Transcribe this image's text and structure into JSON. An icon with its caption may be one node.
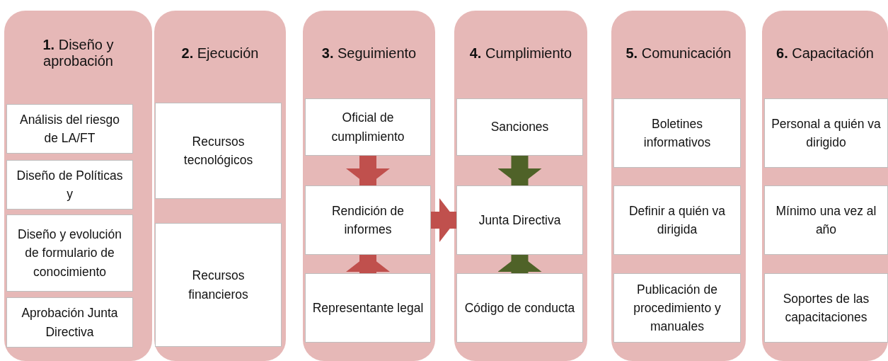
{
  "diagram": {
    "nodes": [
      {
        "text": [
          "**1.** Diseño y aprobación"
        ]
      },
      {
        "text": [
          "Análisis del riesgo de LA/FT"
        ],
        "in": 0
      },
      {
        "text": [
          "Diseño de Políticas y"
        ],
        "in": 0
      },
      {
        "text": [
          "Diseño y evolución de formulario de conocimiento"
        ],
        "in": 0
      },
      {
        "text": [
          "Aprobación Junta Directiva"
        ],
        "in": 0
      },
      {
        "text": [
          "**2.** Ejecución"
        ]
      },
      {
        "text": [
          "Recursos tecnológicos"
        ],
        "in": 5
      },
      {
        "text": [
          "Recursos financieros"
        ],
        "in": 5
      },
      {
        "text": [
          "**3.** Seguimiento"
        ]
      },
      {
        "text": [
          "Oficial de cumplimiento"
        ],
        "in": 8
      },
      {
        "text": [
          "Rendición de informes"
        ],
        "in": 8
      },
      {
        "text": [
          "Representante legal"
        ],
        "in": 8
      },
      {
        "text": [
          "**4.** Cumplimiento"
        ]
      },
      {
        "text": [
          "Sanciones"
        ],
        "in": 12
      },
      {
        "text": [
          "Junta Directiva"
        ],
        "in": 12
      },
      {
        "text": [
          "Código de conducta"
        ],
        "in": 12
      },
      {
        "text": [
          "**5.** Comunicación"
        ]
      },
      {
        "text": [
          "Boletines informativos"
        ],
        "in": 16
      },
      {
        "text": [
          "Definir a quién va dirigida"
        ],
        "in": 16
      },
      {
        "text": [
          "Publicación de procedimiento y manuales"
        ],
        "in": 16
      },
      {
        "text": [
          "**6.** Capacitación"
        ]
      },
      {
        "text": [
          "Personal a quién va dirigido"
        ],
        "in": 20
      },
      {
        "text": [
          "Mínimo una vez al año"
        ],
        "in": 20
      },
      {
        "text": [
          "Soportes de las capacitaciones"
        ],
        "in": 20
      }
    ],
    "edges": [
      {
        "from": 9,
        "to": 10,
        "arrow": "to",
        "color": "#c0504d"
      },
      {
        "from": 11,
        "to": 10,
        "arrow": "to",
        "color": "#c0504d"
      },
      {
        "from": 10,
        "to": 14,
        "arrow": "to",
        "color": "#c0504d"
      },
      {
        "from": 13,
        "to": 14,
        "arrow": "to",
        "color": "#4f6228"
      },
      {
        "from": 15,
        "to": 14,
        "arrow": "to",
        "color": "#4f6228"
      }
    ]
  }
}
